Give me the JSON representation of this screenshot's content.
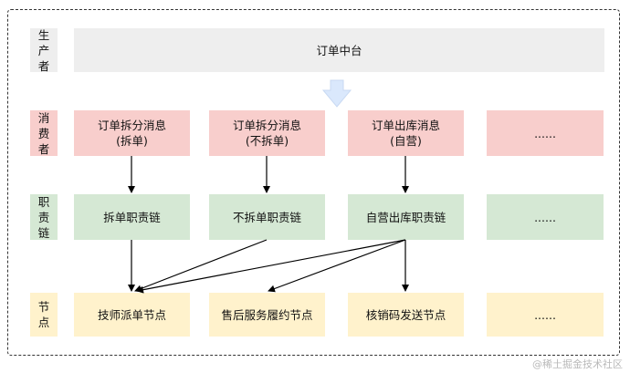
{
  "row_labels": {
    "producer": [
      "生",
      "产",
      "者"
    ],
    "consumer": [
      "消",
      "费",
      "者"
    ],
    "chain": [
      "职",
      "责",
      "链"
    ],
    "node": [
      "节",
      "点"
    ]
  },
  "producer_box": "订单中台",
  "consumers": [
    "订单拆分消息\n(拆单)",
    "订单拆分消息\n(不拆单)",
    "订单出库消息\n(自营)",
    "......"
  ],
  "chains": [
    "拆单职责链",
    "不拆单职责链",
    "自营出库职责链",
    "......"
  ],
  "nodes": [
    "技师派单节点",
    "售后服务履约节点",
    "核销码发送节点",
    "......"
  ],
  "watermark": "@稀土掘金技术社区",
  "colors": {
    "producer": "#eeeeee",
    "consumer": "#f8cecc",
    "chain": "#d5e8d4",
    "node": "#fff2cc",
    "big_arrow": "#dae8fc"
  }
}
